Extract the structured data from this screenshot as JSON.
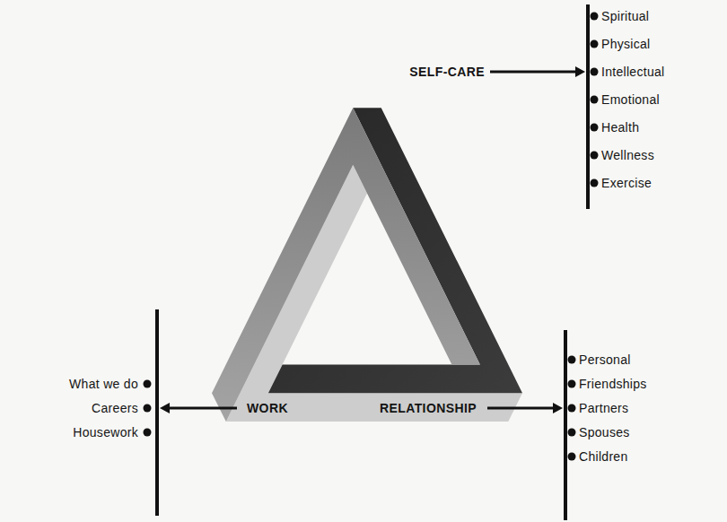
{
  "diagram": {
    "labels": [
      "SELF-CARE",
      "Spiritual",
      "Physical",
      "Intellectual",
      "Emotional",
      "Health",
      "Wellness",
      "Exercise",
      "WORK",
      "What we do",
      "Careers",
      "Housework",
      "RELATIONSHIP",
      "Personal",
      "Friendships",
      "Partners",
      "Spouses",
      "Children"
    ]
  }
}
